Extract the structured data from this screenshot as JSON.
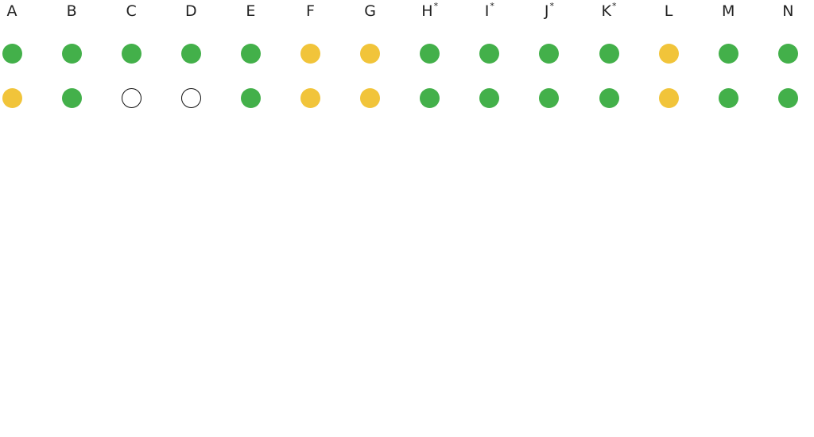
{
  "colors": {
    "green": "#43B04A",
    "yellow": "#F1C43A",
    "empty_border": "#111111",
    "empty_fill": "#FFFFFF"
  },
  "columns": [
    {
      "label": "A",
      "marker": ""
    },
    {
      "label": "B",
      "marker": ""
    },
    {
      "label": "C",
      "marker": ""
    },
    {
      "label": "D",
      "marker": ""
    },
    {
      "label": "E",
      "marker": ""
    },
    {
      "label": "F",
      "marker": ""
    },
    {
      "label": "G",
      "marker": ""
    },
    {
      "label": "H",
      "marker": "*"
    },
    {
      "label": "I",
      "marker": "*"
    },
    {
      "label": "J",
      "marker": "*"
    },
    {
      "label": "K",
      "marker": "*"
    },
    {
      "label": "L",
      "marker": ""
    },
    {
      "label": "M",
      "marker": ""
    },
    {
      "label": "N",
      "marker": ""
    }
  ],
  "rows": [
    [
      "green",
      "green",
      "green",
      "green",
      "green",
      "yellow",
      "yellow",
      "green",
      "green",
      "green",
      "green",
      "yellow",
      "green",
      "green"
    ],
    [
      "yellow",
      "green",
      "empty",
      "empty",
      "green",
      "yellow",
      "yellow",
      "green",
      "green",
      "green",
      "green",
      "yellow",
      "green",
      "green"
    ]
  ]
}
